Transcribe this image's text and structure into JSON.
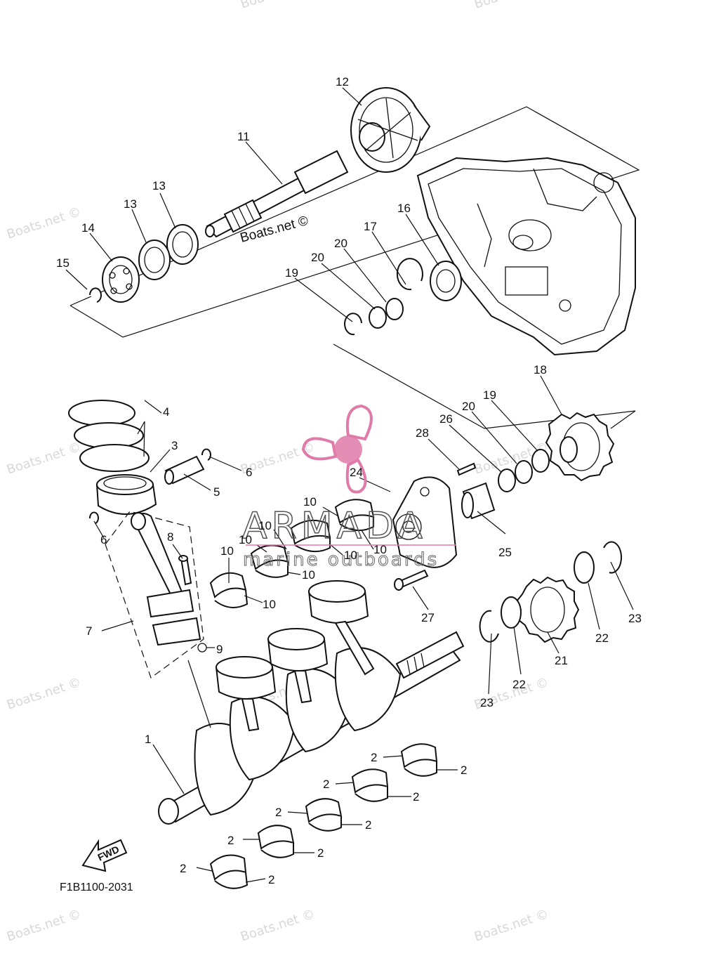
{
  "watermark": {
    "text": "Boats.net ©"
  },
  "inline_label": "Boats.net ©",
  "brand": {
    "name": "ARMADA",
    "tagline": "marine outboards",
    "accent": "#e07aa8"
  },
  "fwd_label": "FWD",
  "figure_code": "F1B1100-2031",
  "callouts": [
    {
      "id": "c12",
      "text": "12"
    },
    {
      "id": "c11",
      "text": "11"
    },
    {
      "id": "c13a",
      "text": "13"
    },
    {
      "id": "c13b",
      "text": "13"
    },
    {
      "id": "c14",
      "text": "14"
    },
    {
      "id": "c15",
      "text": "15"
    },
    {
      "id": "c16",
      "text": "16"
    },
    {
      "id": "c17",
      "text": "17"
    },
    {
      "id": "c20a",
      "text": "20"
    },
    {
      "id": "c20b",
      "text": "20"
    },
    {
      "id": "c19a",
      "text": "19"
    },
    {
      "id": "c18",
      "text": "18"
    },
    {
      "id": "c19b",
      "text": "19"
    },
    {
      "id": "c20c",
      "text": "20"
    },
    {
      "id": "c26",
      "text": "26"
    },
    {
      "id": "c28",
      "text": "28"
    },
    {
      "id": "c24",
      "text": "24"
    },
    {
      "id": "c25",
      "text": "25"
    },
    {
      "id": "c27",
      "text": "27"
    },
    {
      "id": "c21",
      "text": "21"
    },
    {
      "id": "c22a",
      "text": "22"
    },
    {
      "id": "c22b",
      "text": "22"
    },
    {
      "id": "c23a",
      "text": "23"
    },
    {
      "id": "c23b",
      "text": "23"
    },
    {
      "id": "c4",
      "text": "4"
    },
    {
      "id": "c3",
      "text": "3"
    },
    {
      "id": "c6a",
      "text": "6"
    },
    {
      "id": "c5",
      "text": "5"
    },
    {
      "id": "c6b",
      "text": "6"
    },
    {
      "id": "c8",
      "text": "8"
    },
    {
      "id": "c7",
      "text": "7"
    },
    {
      "id": "c9",
      "text": "9"
    },
    {
      "id": "c1",
      "text": "1"
    },
    {
      "id": "c10a",
      "text": "10"
    },
    {
      "id": "c10b",
      "text": "10"
    },
    {
      "id": "c10c",
      "text": "10"
    },
    {
      "id": "c10d",
      "text": "10"
    },
    {
      "id": "c10e",
      "text": "10"
    },
    {
      "id": "c10f",
      "text": "10"
    },
    {
      "id": "c10g",
      "text": "10"
    },
    {
      "id": "c10h",
      "text": "10"
    },
    {
      "id": "c2a",
      "text": "2"
    },
    {
      "id": "c2b",
      "text": "2"
    },
    {
      "id": "c2c",
      "text": "2"
    },
    {
      "id": "c2d",
      "text": "2"
    },
    {
      "id": "c2e",
      "text": "2"
    },
    {
      "id": "c2f",
      "text": "2"
    },
    {
      "id": "c2g",
      "text": "2"
    },
    {
      "id": "c2h",
      "text": "2"
    },
    {
      "id": "c2i",
      "text": "2"
    },
    {
      "id": "c2j",
      "text": "2"
    }
  ]
}
